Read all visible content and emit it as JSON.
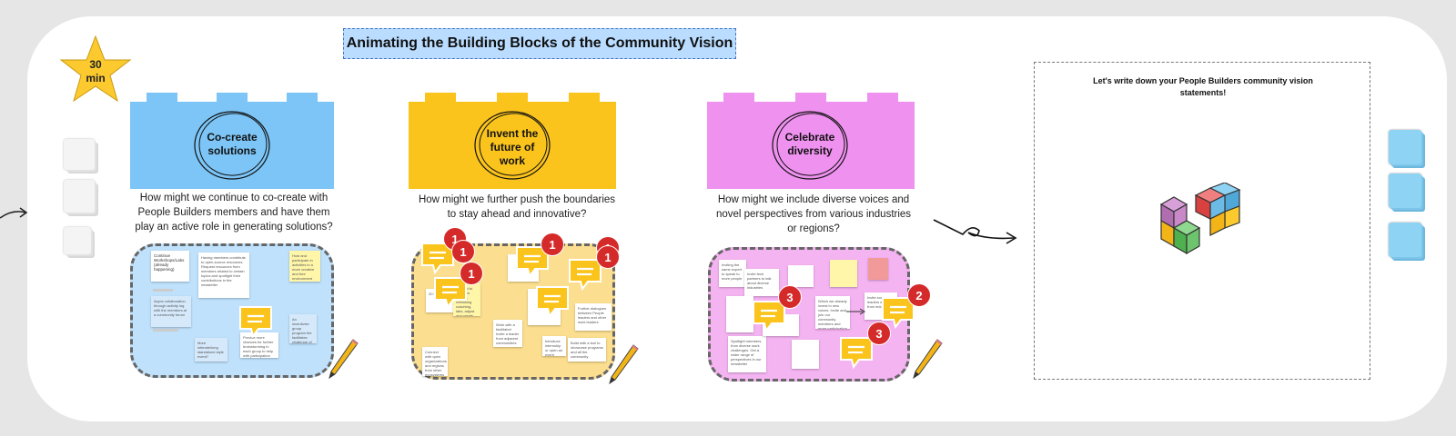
{
  "title": "Animating the Building Blocks of the Community Vision",
  "timer": {
    "value": "30",
    "unit": "min"
  },
  "colors": {
    "blue": "#7cc5f6",
    "yellow": "#fbc41c",
    "pink": "#ef91ef",
    "star": "#fcca2e"
  },
  "blocks": [
    {
      "label_line1": "Co-create",
      "label_line2": "solutions",
      "label_line3": "",
      "question_line1": "How might we continue to co-create with",
      "question_line2": "People Builders members and have them",
      "question_line3": "play an active role in generating solutions?"
    },
    {
      "label_line1": "Invent the",
      "label_line2": "future of",
      "label_line3": "work",
      "question_line1": "How might we further push the boundaries",
      "question_line2": "to stay ahead and innovative?",
      "question_line3": ""
    },
    {
      "label_line1": "Celebrate",
      "label_line2": "diversity",
      "label_line3": "",
      "question_line1": "How might we include diverse voices and",
      "question_line2": "novel perspectives from various industries",
      "question_line3": "or regions?"
    }
  ],
  "comment_badges": {
    "p2_a": "1",
    "p2_b": "1",
    "p2_c": "1",
    "p2_d": "1",
    "p2_e": "1",
    "p2_f": "1",
    "p3_a": "3",
    "p3_b": "2",
    "p3_c": "3"
  },
  "sticky_texts": {
    "n1": "Continue Workshops/Labs (already happening)",
    "n2": "Having members contribute to open-source resources. Request resources from members related to certain topics and spotlight their contributions in the newsletter",
    "n3": "Host and participate in activities in a more creative and free environment",
    "n4": "Async collaboration through activity log with the members at a community forum",
    "n5": "More intimate/long standalone style event?",
    "n6": "An incentivize group program the facilitates challenge of the activities",
    "n7": "Provide more chances for further brainstorming in each group to help with participation",
    "n8": "20 Huge one",
    "n9": "Expand to program growth; rethinking coaching, labs, adjust and create new ways",
    "n10": "Further dialogues between People leaders and other work leaders",
    "n11": "Build with a tool to showcase programs and all the community",
    "n12": "Work with a facilitator! Invite a leader from adjacent communities",
    "n13": "Introduce internship or open an event",
    "n14": "Connect with open organizations and regions from other ecosystems and beyond",
    "n15": "Inviting the same expert to speak to more people",
    "n16": "Invite tech partners to talk about diverse industries",
    "n17": "Spotlight members from diverse work challenges. Get a wider range of perspectives in our newsletter",
    "n18": "Which we already invest in new voices. Invite and join our community members and more participation",
    "n19": "Invite some leaders around from industries"
  },
  "vision_title_line1": "Let's write down your People Builders community vision",
  "vision_title_line2": "statements!"
}
